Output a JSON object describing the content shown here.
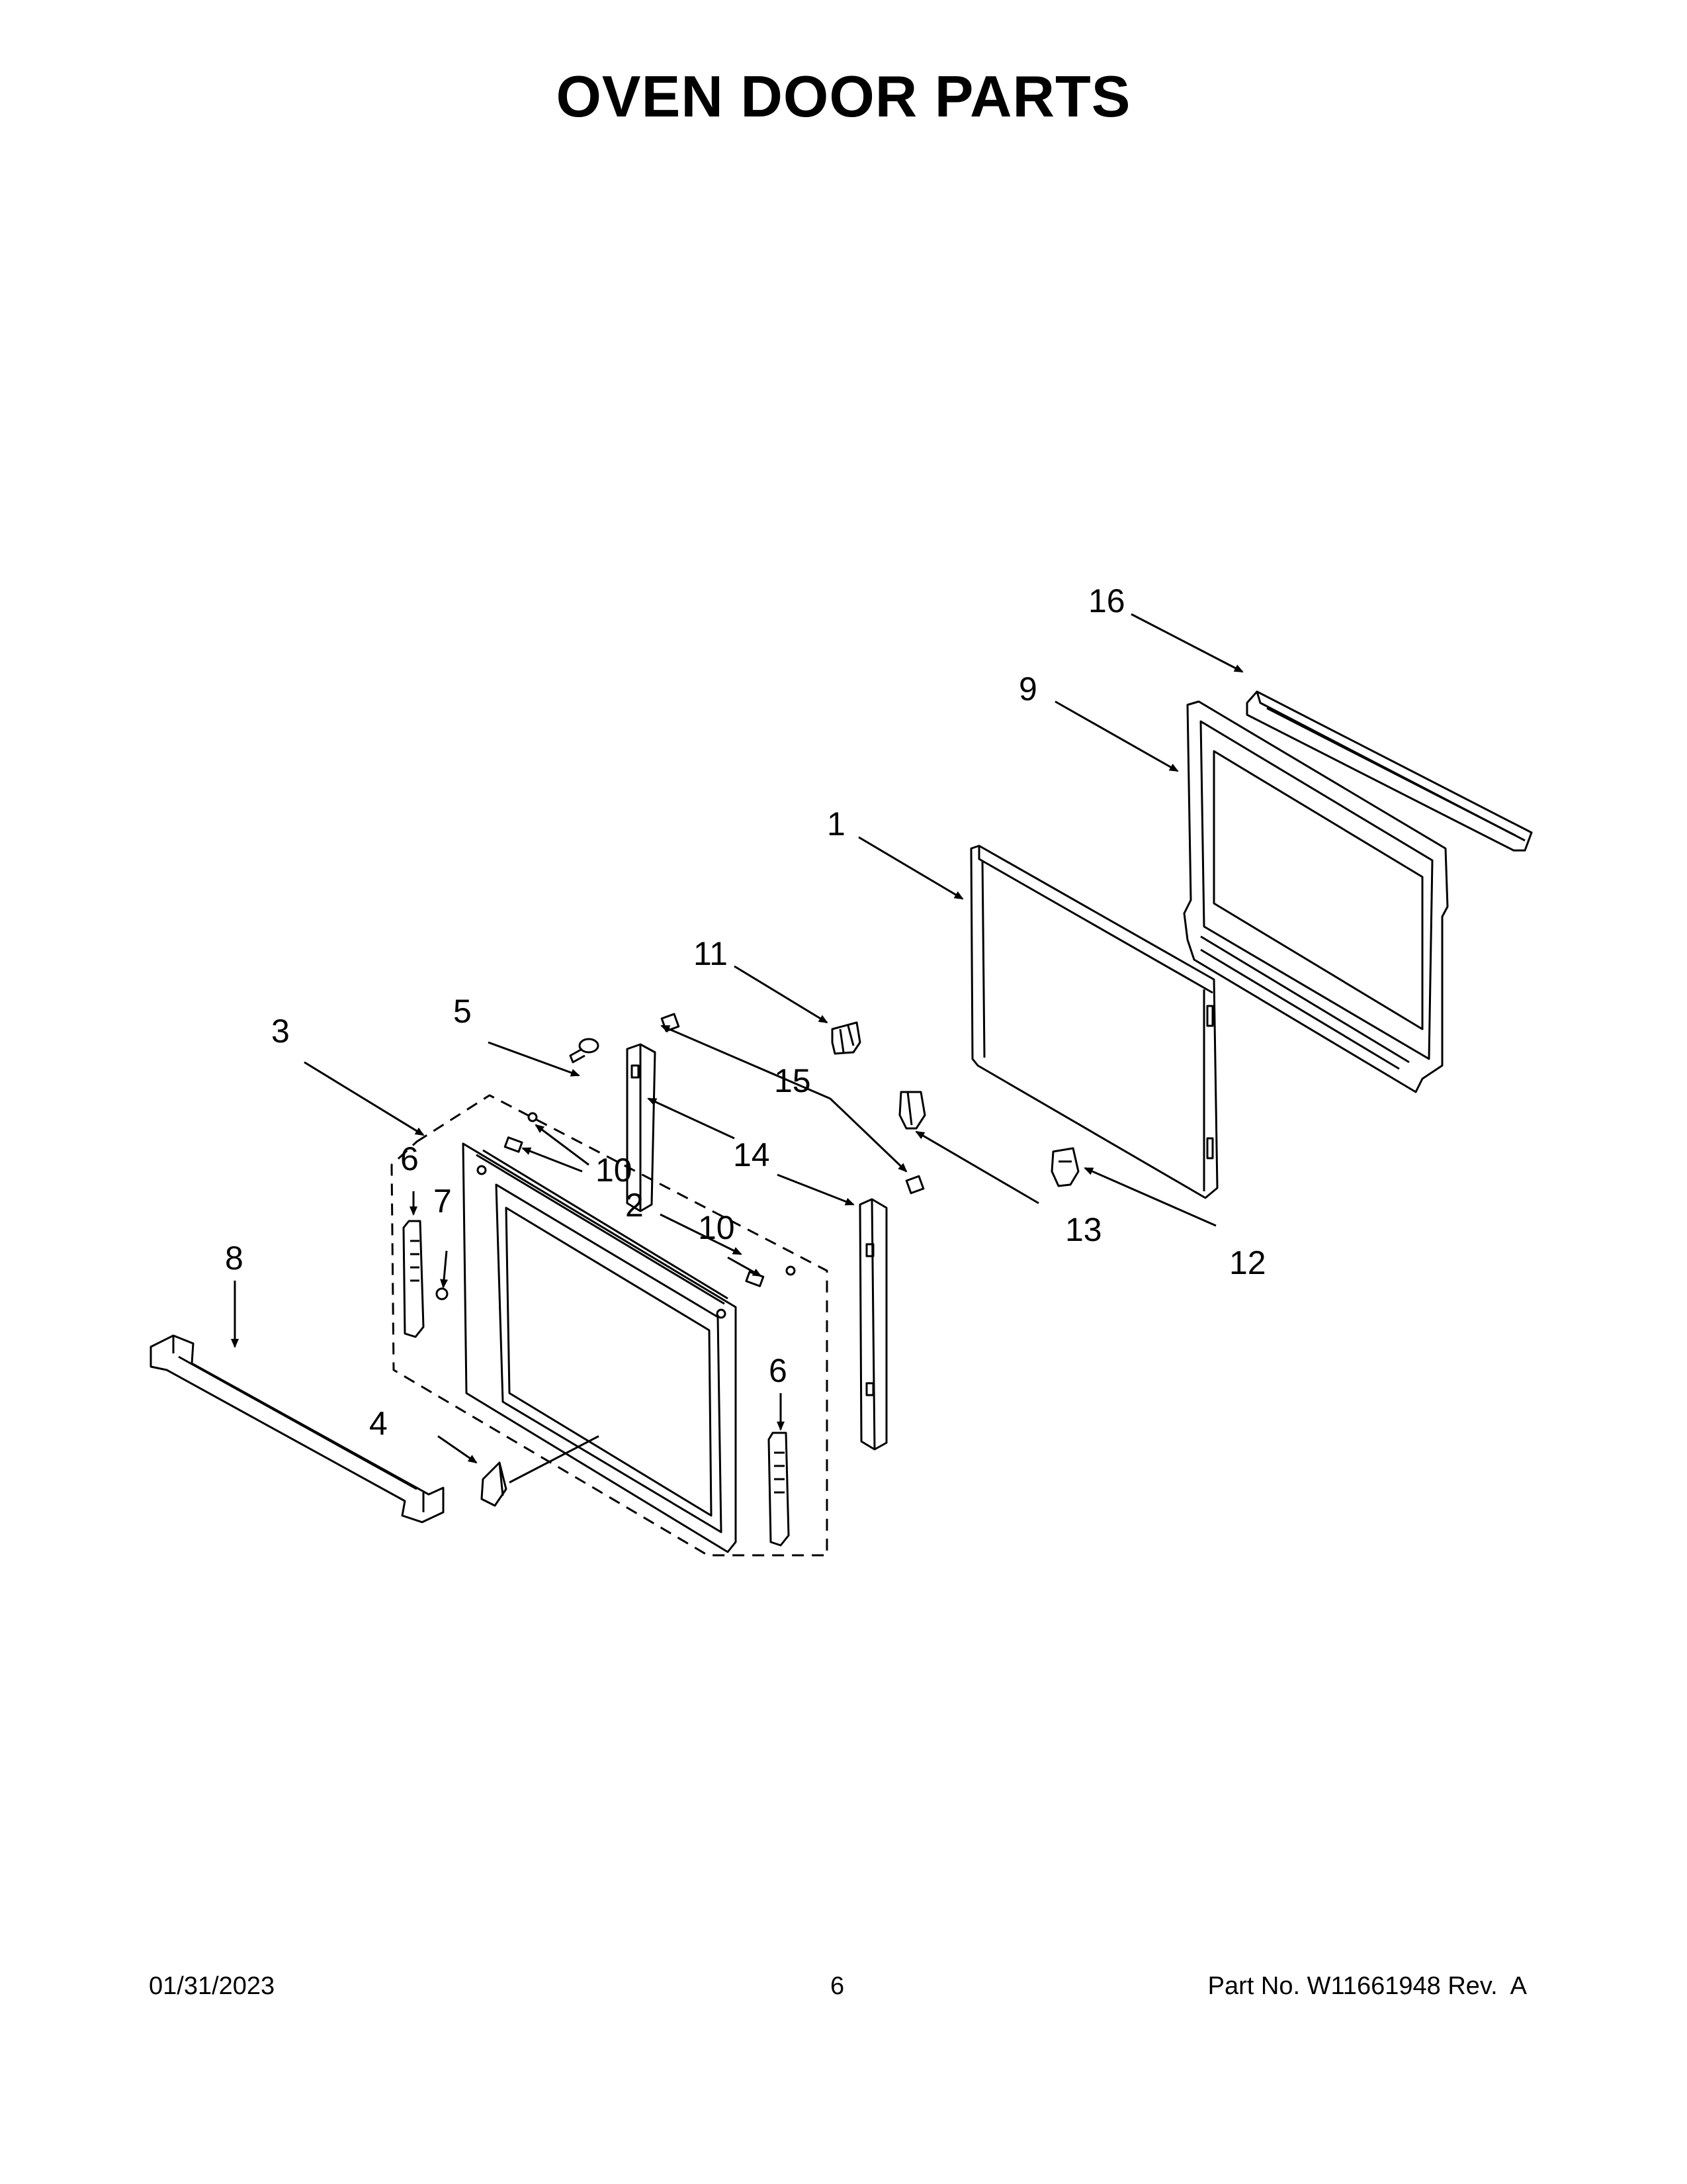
{
  "title": "OVEN DOOR PARTS",
  "callouts": {
    "c1": "1",
    "c2": "2",
    "c3": "3",
    "c4": "4",
    "c5": "5",
    "c6a": "6",
    "c6b": "6",
    "c7": "7",
    "c8": "8",
    "c9": "9",
    "c10a": "10",
    "c10b": "10",
    "c11": "11",
    "c12": "12",
    "c13": "13",
    "c14": "14",
    "c15": "15",
    "c16": "16"
  },
  "footer": {
    "date": "01/31/2023",
    "page": "6",
    "part_label": "Part No.",
    "part_number": "W11661948",
    "revision": "Rev.  A"
  }
}
